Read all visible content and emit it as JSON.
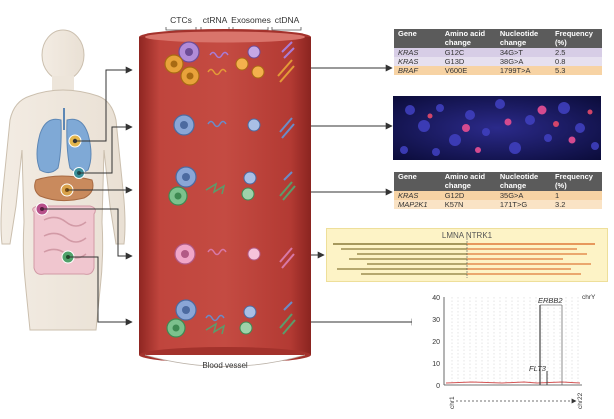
{
  "column_headers": {
    "ctcs": "CTCs",
    "ctrna": "ctRNA",
    "exosomes": "Exosomes",
    "ctdna": "ctDNA"
  },
  "vessel_label": "Blood vessel",
  "table1": {
    "headers": {
      "gene": "Gene",
      "amino": "Amino acid change",
      "nucleotide": "Nucleotide change",
      "frequency": "Frequency (%)"
    },
    "rows": [
      {
        "gene": "KRAS",
        "amino": "G12C",
        "nucleotide": "34G>T",
        "frequency": "2.5"
      },
      {
        "gene": "KRAS",
        "amino": "G13D",
        "nucleotide": "38G>A",
        "frequency": "0.8"
      },
      {
        "gene": "BRAF",
        "amino": "V600E",
        "nucleotide": "1799T>A",
        "frequency": "5.3"
      }
    ]
  },
  "table2": {
    "headers": {
      "gene": "Gene",
      "amino": "Amino acid change",
      "nucleotide": "Nucleotide change",
      "frequency": "Frequency (%)"
    },
    "rows": [
      {
        "gene": "KRAS",
        "amino": "G12D",
        "nucleotide": "35G>A",
        "frequency": "1"
      },
      {
        "gene": "MAP2K1",
        "amino": "K57N",
        "nucleotide": "171T>G",
        "frequency": "3.2"
      }
    ]
  },
  "fusion_title": "LMNA NTRK1",
  "cnv_plot": {
    "y_ticks": [
      "40",
      "30",
      "20",
      "10",
      "0"
    ],
    "chr_top_label": "chrY",
    "chr_start_label": "chr1",
    "chr_end_label": "chr22",
    "peak_labels": {
      "erbb2": "ERBB2",
      "flt3": "FLT3"
    }
  },
  "colors": {
    "vessel": "#b73a34",
    "vessel_dark": "#8f2622",
    "table_header": "#5b5b5b",
    "fusion_bg": "#fdf3c6",
    "body_outline": "#cbbfae",
    "lungs": "#7fa9d6"
  },
  "icons": {
    "organs": [
      "lungs-icon",
      "liver-icon",
      "colon-icon"
    ]
  }
}
